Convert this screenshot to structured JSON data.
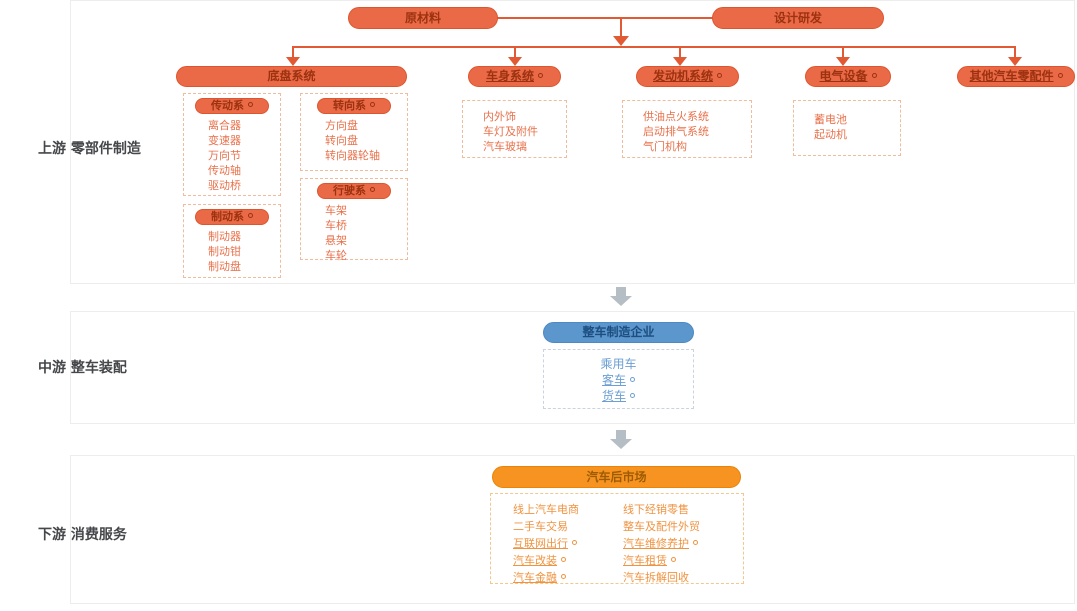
{
  "colors": {
    "node_orange": "#ea6a47",
    "node_orange_text": "#9c3210",
    "connector_orange": "#e25a33",
    "item_orange": "#e8714b",
    "blue_pill": "#5b96cd",
    "blue_item": "#6d9fd4",
    "amber_pill": "#f79320",
    "amber_item": "#ef9340",
    "gray_arrow": "#b5bec4",
    "side_label_text": "#45474a"
  },
  "upstream": {
    "label": "上游 零部件制造",
    "top_nodes": {
      "raw_materials": "原材料",
      "design_rd": "设计研发"
    },
    "systems": [
      {
        "label": "底盘系统"
      },
      {
        "label": "车身系统"
      },
      {
        "label": "发动机系统"
      },
      {
        "label": "电气设备"
      },
      {
        "label": "其他汽车零配件"
      }
    ],
    "chassis_groups": [
      {
        "label": "传动系",
        "items": [
          "离合器",
          "变速器",
          "万向节",
          "传动轴",
          "驱动桥"
        ]
      },
      {
        "label": "转向系",
        "items": [
          "方向盘",
          "转向盘",
          "转向器轮轴"
        ]
      },
      {
        "label": "制动系",
        "items": [
          "制动器",
          "制动钳",
          "制动盘"
        ]
      },
      {
        "label": "行驶系",
        "items": [
          "车架",
          "车桥",
          "悬架",
          "车轮"
        ]
      }
    ],
    "body_system_items": [
      "内外饰",
      "车灯及附件",
      "汽车玻璃"
    ],
    "engine_system_items": [
      "供油点火系统",
      "启动排气系统",
      "气门机构"
    ],
    "electric_system_items": [
      "蓄电池",
      "起动机"
    ]
  },
  "midstream": {
    "label": "中游 整车装配",
    "pill": "整车制造企业",
    "items": [
      "乘用车",
      "客车",
      "货车"
    ]
  },
  "downstream": {
    "label": "下游 消费服务",
    "pill": "汽车后市场",
    "left_items": [
      "线上汽车电商",
      "二手车交易",
      "互联网出行",
      "汽车改装",
      "汽车金融"
    ],
    "right_items": [
      "线下经销零售",
      "整车及配件外贸",
      "汽车维修养护",
      "汽车租赁",
      "汽车拆解回收"
    ]
  }
}
